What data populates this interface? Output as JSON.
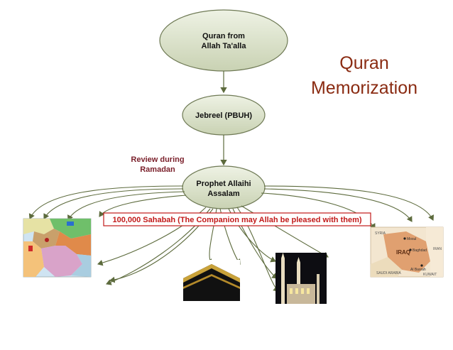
{
  "title": {
    "line1": "Quran",
    "line2": "Memorization"
  },
  "nodes": {
    "source": {
      "line1": "Quran from",
      "line2": "Allah Ta'alla"
    },
    "jebreel": {
      "label": "Jebreel (PBUH)"
    },
    "prophet": {
      "line1": "Prophet Allaihi",
      "line2": "Assalam"
    }
  },
  "review_note": {
    "line1": "Review during",
    "line2": "Ramadan"
  },
  "sahabah_banner": {
    "label": "100,000 Sahabah (The Companion may Allah be pleased with them)"
  },
  "map_iraq": {
    "country": "IRAQ",
    "cities": [
      "Mosul",
      "Baghdad",
      "Al Basrah"
    ],
    "neighbors": [
      "SYRIA",
      "IRAN",
      "SAUDI ARABIA",
      "KUWAIT"
    ]
  },
  "colors": {
    "node_fill": "#dfe6cf",
    "node_stroke": "#6f7a55",
    "arrow": "#5d6b3d",
    "title": "#8a2b12",
    "banner_stroke": "#c21a1a"
  }
}
